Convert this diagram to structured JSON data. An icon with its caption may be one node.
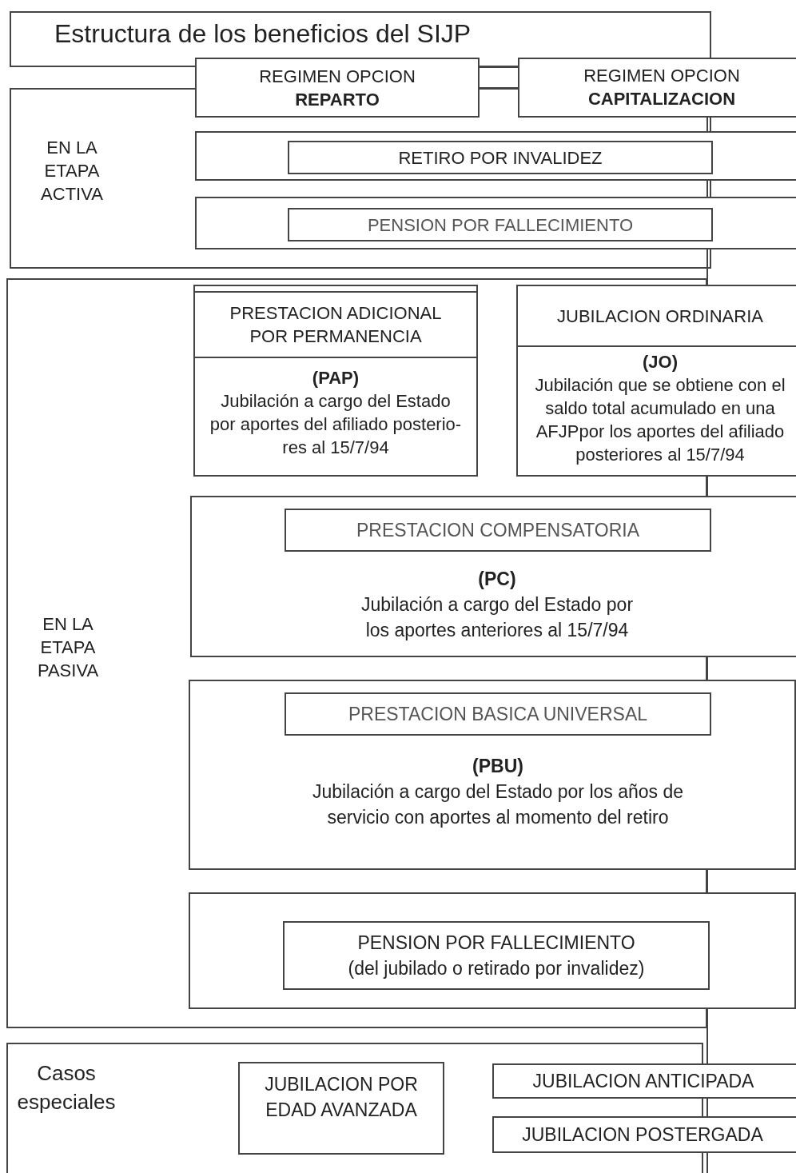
{
  "diagram": {
    "nodes": [
      {
        "text": [
          "Estructura de los beneficios del SIJP"
        ]
      },
      {
        "text": [
          "EN LA ETAPA ACTIVA"
        ]
      },
      {
        "text": [
          "REGIMEN OPCION",
          "REPARTO"
        ]
      },
      {
        "text": [
          "REGIMEN OPCION",
          "CAPITALIZACION"
        ]
      },
      {
        "text": [],
        "shape": "box"
      },
      {
        "text": [
          "RETIRO POR INVALIDEZ"
        ],
        "in": 4
      },
      {
        "text": [],
        "shape": "box"
      },
      {
        "text": [
          "PENSION POR FALLECIMIENTO"
        ],
        "in": 6
      },
      {
        "text": [
          "EN LA ETAPA PASIVA"
        ]
      },
      {
        "text": [
          "PRESTACION ADICIONAL POR PERMANENCIA",
          "(PAP)",
          "Jubilación a cargo del Estado por aportes del afiliado posterio- res al 15/7/94"
        ]
      },
      {
        "text": [
          "JUBILACION ORDINARIA",
          "(JO)",
          "Jubilación que se obtiene con el saldo total acumulado en una AFJPpor los aportes del afiliado posteriores al 15/7/94"
        ]
      },
      {
        "text": [
          "(PC)",
          "Jubilación a cargo del Estado por los aportes anteriores al 15/7/94"
        ]
      },
      {
        "text": [
          "PRESTACION COMPENSATORIA"
        ],
        "in": 11
      },
      {
        "text": [
          "(PBU)",
          "Jubilación a cargo del Estado por los años de servicio con aportes al momento del retiro"
        ]
      },
      {
        "text": [
          "PRESTACION BASICA UNIVERSAL"
        ],
        "in": 13
      },
      {
        "text": [],
        "shape": "box"
      },
      {
        "text": [
          "PENSION POR FALLECIMIENTO",
          "(del jubilado o retirado por invalidez)"
        ],
        "in": 15
      },
      {
        "text": [
          "Casos especiales"
        ]
      },
      {
        "text": [
          "JUBILACION POR EDAD AVANZADA"
        ],
        "in": 17
      },
      {
        "text": [
          "JUBILACION ANTICIPADA"
        ]
      },
      {
        "text": [
          "JUBILACION POSTERGADA"
        ]
      }
    ],
    "edges": [
      {
        "from": 2,
        "to": 3,
        "arrow": "none"
      }
    ]
  }
}
